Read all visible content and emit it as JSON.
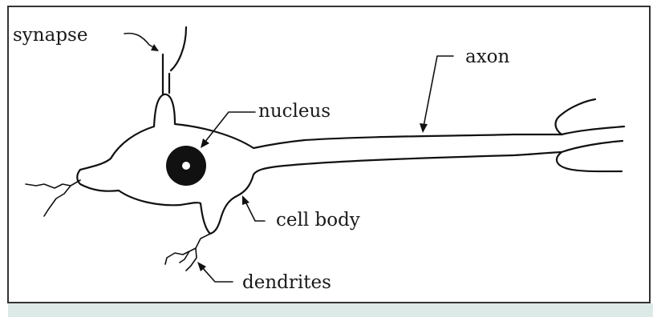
{
  "diagram": {
    "labels": {
      "synapse": "synapse",
      "nucleus": "nucleus",
      "axon": "axon",
      "cell_body": "cell body",
      "dendrites": "dendrites"
    },
    "colors": {
      "ink": "#111111",
      "background": "#ffffff",
      "bottom_strip": "#dde9e6"
    }
  }
}
